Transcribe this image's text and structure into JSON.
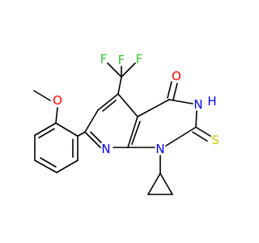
{
  "molecule": {
    "colors": {
      "carbon_bond": "#000000",
      "oxygen": "#ff0000",
      "nitrogen": "#0000ff",
      "fluorine": "#33cc33",
      "sulfur": "#cccc00"
    },
    "atoms": {
      "f1": "F",
      "f2": "F",
      "f3": "F",
      "o_methoxy": "O",
      "o_carbonyl": "O",
      "n_h": "N",
      "h_on_n": "H",
      "n_pyridine": "N",
      "n1": "N",
      "s_thione": "S"
    }
  }
}
